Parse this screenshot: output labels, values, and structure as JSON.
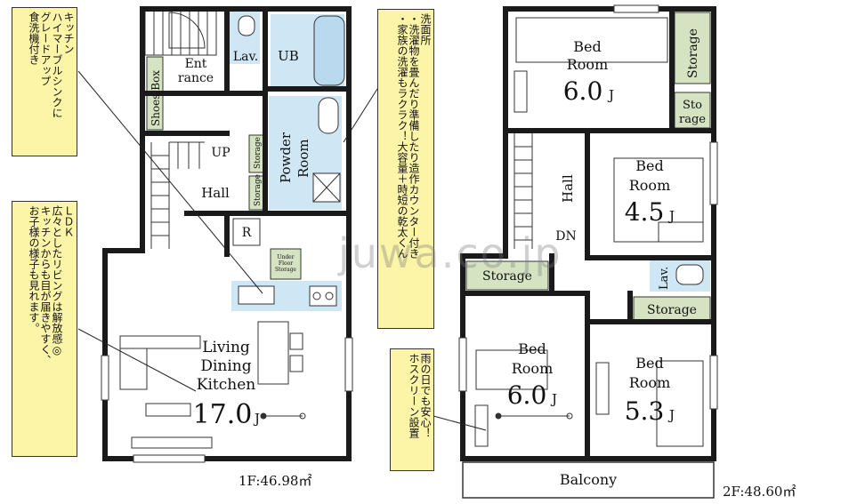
{
  "notes": {
    "kitchen": "キッチン\nハイマーブルシンクに\nグレードアップ\n食洗機付き",
    "ldk": "ＬＤＫ\n広々としたリビングは解放感◎\nキッチンからも目が届きやすく、\nお子様の様子も見れます。",
    "washroom": "洗面所\n・洗濯物を畳んだり準備したり造作カウンター付き\n・家族の洗濯もラクラク！大容量＋時短の乾太くん",
    "balcony": "雨の日でも安心！\nホスクリーン設置"
  },
  "floor1": {
    "area": "1F:46.98㎡",
    "entrance": [
      "Ent",
      "rance"
    ],
    "shoes_box": "Shoes Box",
    "lav": "Lav.",
    "ub": "UB",
    "powder_room": [
      "Powder",
      "Room"
    ],
    "up": "UP",
    "hall": "Hall",
    "storage_small": "Storage",
    "storage_small2": "Storage",
    "refrigerator": "R",
    "under_floor": [
      "Under",
      "Floor",
      "Storage"
    ],
    "ldk": [
      "Living",
      "Dining",
      "Kitchen"
    ],
    "ldk_size": "17.0",
    "unit": "J"
  },
  "floor2": {
    "area": "2F:48.60㎡",
    "bed1": {
      "label": [
        "Bed",
        "Room"
      ],
      "size": "6.0",
      "unit": "J"
    },
    "bed2": {
      "label": [
        "Bed",
        "Room"
      ],
      "size": "4.5",
      "unit": "J"
    },
    "bed3": {
      "label": [
        "Bed",
        "Room"
      ],
      "size": "6.0",
      "unit": "J"
    },
    "bed4": {
      "label": [
        "Bed",
        "Room"
      ],
      "size": "5.3",
      "unit": "J"
    },
    "storage_top": "Storage",
    "storage_small": [
      "Sto",
      "rage"
    ],
    "storage_left": "Storage",
    "storage_right": "Storage",
    "hall": "Hall",
    "dn": "DN",
    "lav": "Lav.",
    "balcony": "Balcony"
  },
  "watermark": "juwa.co.jp",
  "colors": {
    "note_fill": "#fcf5a8",
    "fixture_blue": "#cfe6f5",
    "storage_green": "#d6e3c2",
    "wall": "#1a1a1a"
  }
}
